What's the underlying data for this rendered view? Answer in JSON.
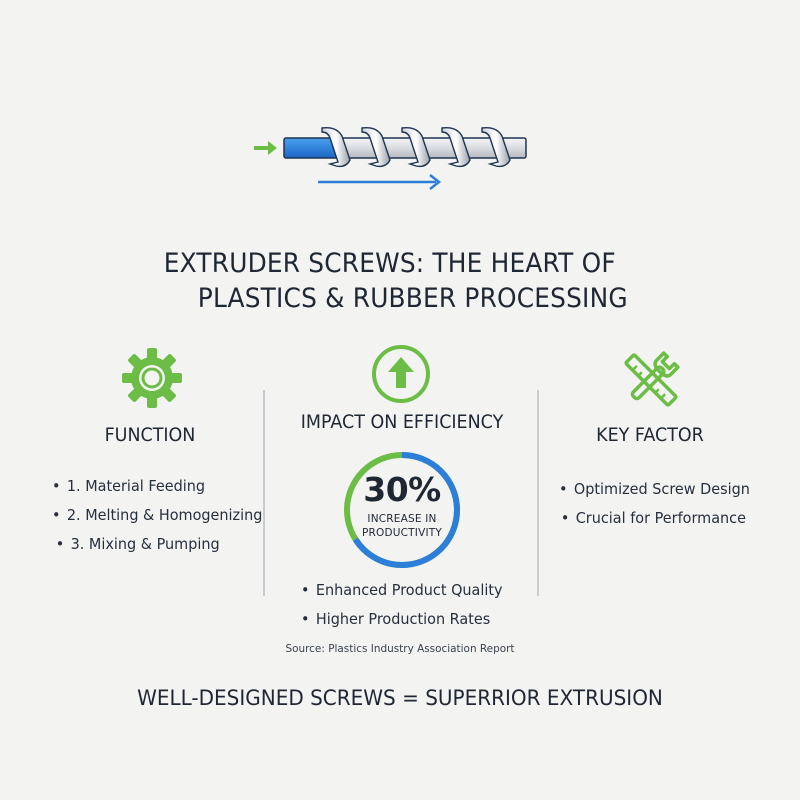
{
  "title": {
    "line1": "EXTRUDER SCREWS:  THE HEART OF",
    "line2": "PLASTICS & RUBBER PROCESSING"
  },
  "colors": {
    "green": "#6cbd45",
    "blue": "#2d7ed8",
    "text": "#1f2733",
    "background": "#f3f3f2"
  },
  "icons": [
    "extruder-screw-illustration",
    "gear-icon",
    "up-arrow-circle-icon",
    "wrench-ruler-icon"
  ],
  "columns": {
    "function": {
      "heading": "FUNCTION",
      "items": [
        "1. Material Feeding",
        "2. Melting & Homogenizing",
        "3. Mixing & Pumping"
      ]
    },
    "impact": {
      "heading": "IMPACT ON EFFICIENCY",
      "stat_value": "30%",
      "stat_fraction": 0.3,
      "stat_caption_line1": "INCREASE IN",
      "stat_caption_line2": "PRODUCTIVITY",
      "items": [
        "Enhanced Product Quality",
        "Higher Production Rates"
      ],
      "source": "Source: Plastics Industry Association Report"
    },
    "key_factor": {
      "heading": "KEY FACTOR",
      "items": [
        "Optimized Screw Design",
        "Crucial for Performance"
      ]
    }
  },
  "tagline": "WELL-DESIGNED SCREWS = SUPERRIOR EXTRUSION"
}
